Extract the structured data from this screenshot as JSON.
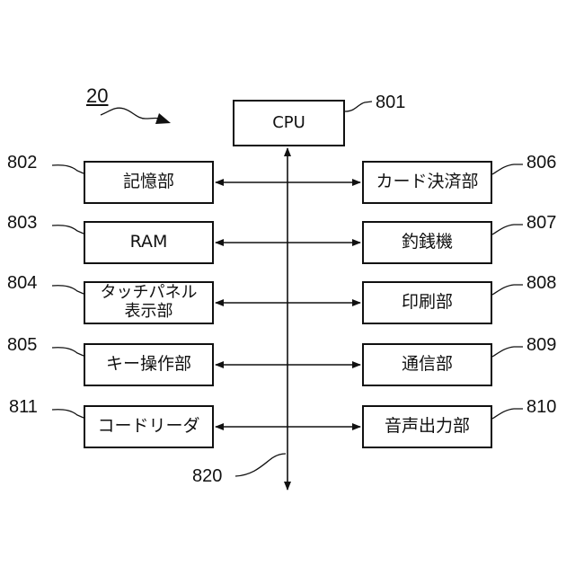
{
  "figure": {
    "figure_ref": "20",
    "cpu": {
      "label": "CPU",
      "ref": "801"
    },
    "left_blocks": [
      {
        "label": "記憶部",
        "ref": "802"
      },
      {
        "label": "RAM",
        "ref": "803"
      },
      {
        "label": "タッチパネル\n表示部",
        "ref": "804"
      },
      {
        "label": "キー操作部",
        "ref": "805"
      },
      {
        "label": "コードリーダ",
        "ref": "811"
      }
    ],
    "right_blocks": [
      {
        "label": "カード決済部",
        "ref": "806"
      },
      {
        "label": "釣銭機",
        "ref": "807"
      },
      {
        "label": "印刷部",
        "ref": "808"
      },
      {
        "label": "通信部",
        "ref": "809"
      },
      {
        "label": "音声出力部",
        "ref": "810"
      }
    ],
    "bus_ref": "820"
  }
}
